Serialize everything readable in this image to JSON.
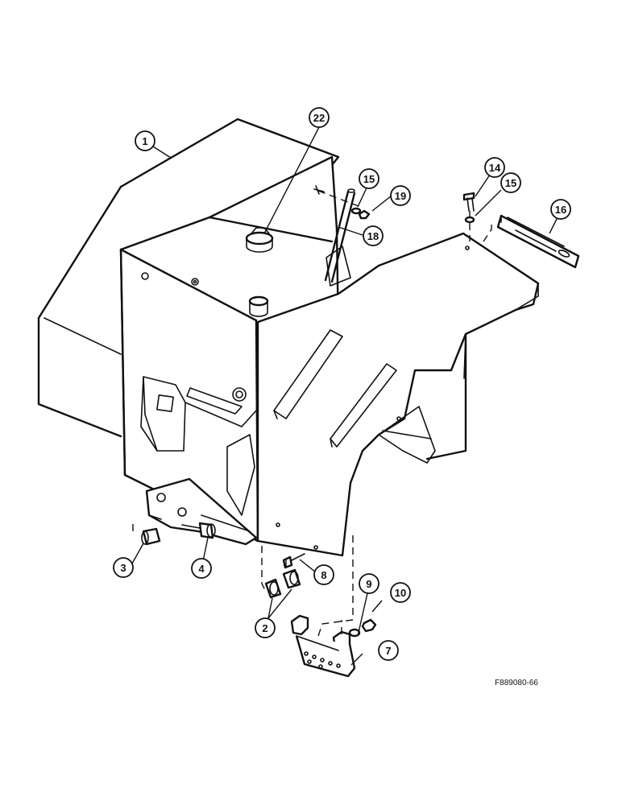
{
  "figure": {
    "reference_code": "F889080-66"
  },
  "callouts": [
    {
      "id": "c1",
      "label": "1"
    },
    {
      "id": "c22",
      "label": "22"
    },
    {
      "id": "c15a",
      "label": "15"
    },
    {
      "id": "c19",
      "label": "19"
    },
    {
      "id": "c18",
      "label": "18"
    },
    {
      "id": "c14",
      "label": "14"
    },
    {
      "id": "c15b",
      "label": "15"
    },
    {
      "id": "c16",
      "label": "16"
    },
    {
      "id": "c3",
      "label": "3"
    },
    {
      "id": "c4",
      "label": "4"
    },
    {
      "id": "c8",
      "label": "8"
    },
    {
      "id": "c2",
      "label": "2"
    },
    {
      "id": "c9",
      "label": "9"
    },
    {
      "id": "c10",
      "label": "10"
    },
    {
      "id": "c7",
      "label": "7"
    }
  ]
}
